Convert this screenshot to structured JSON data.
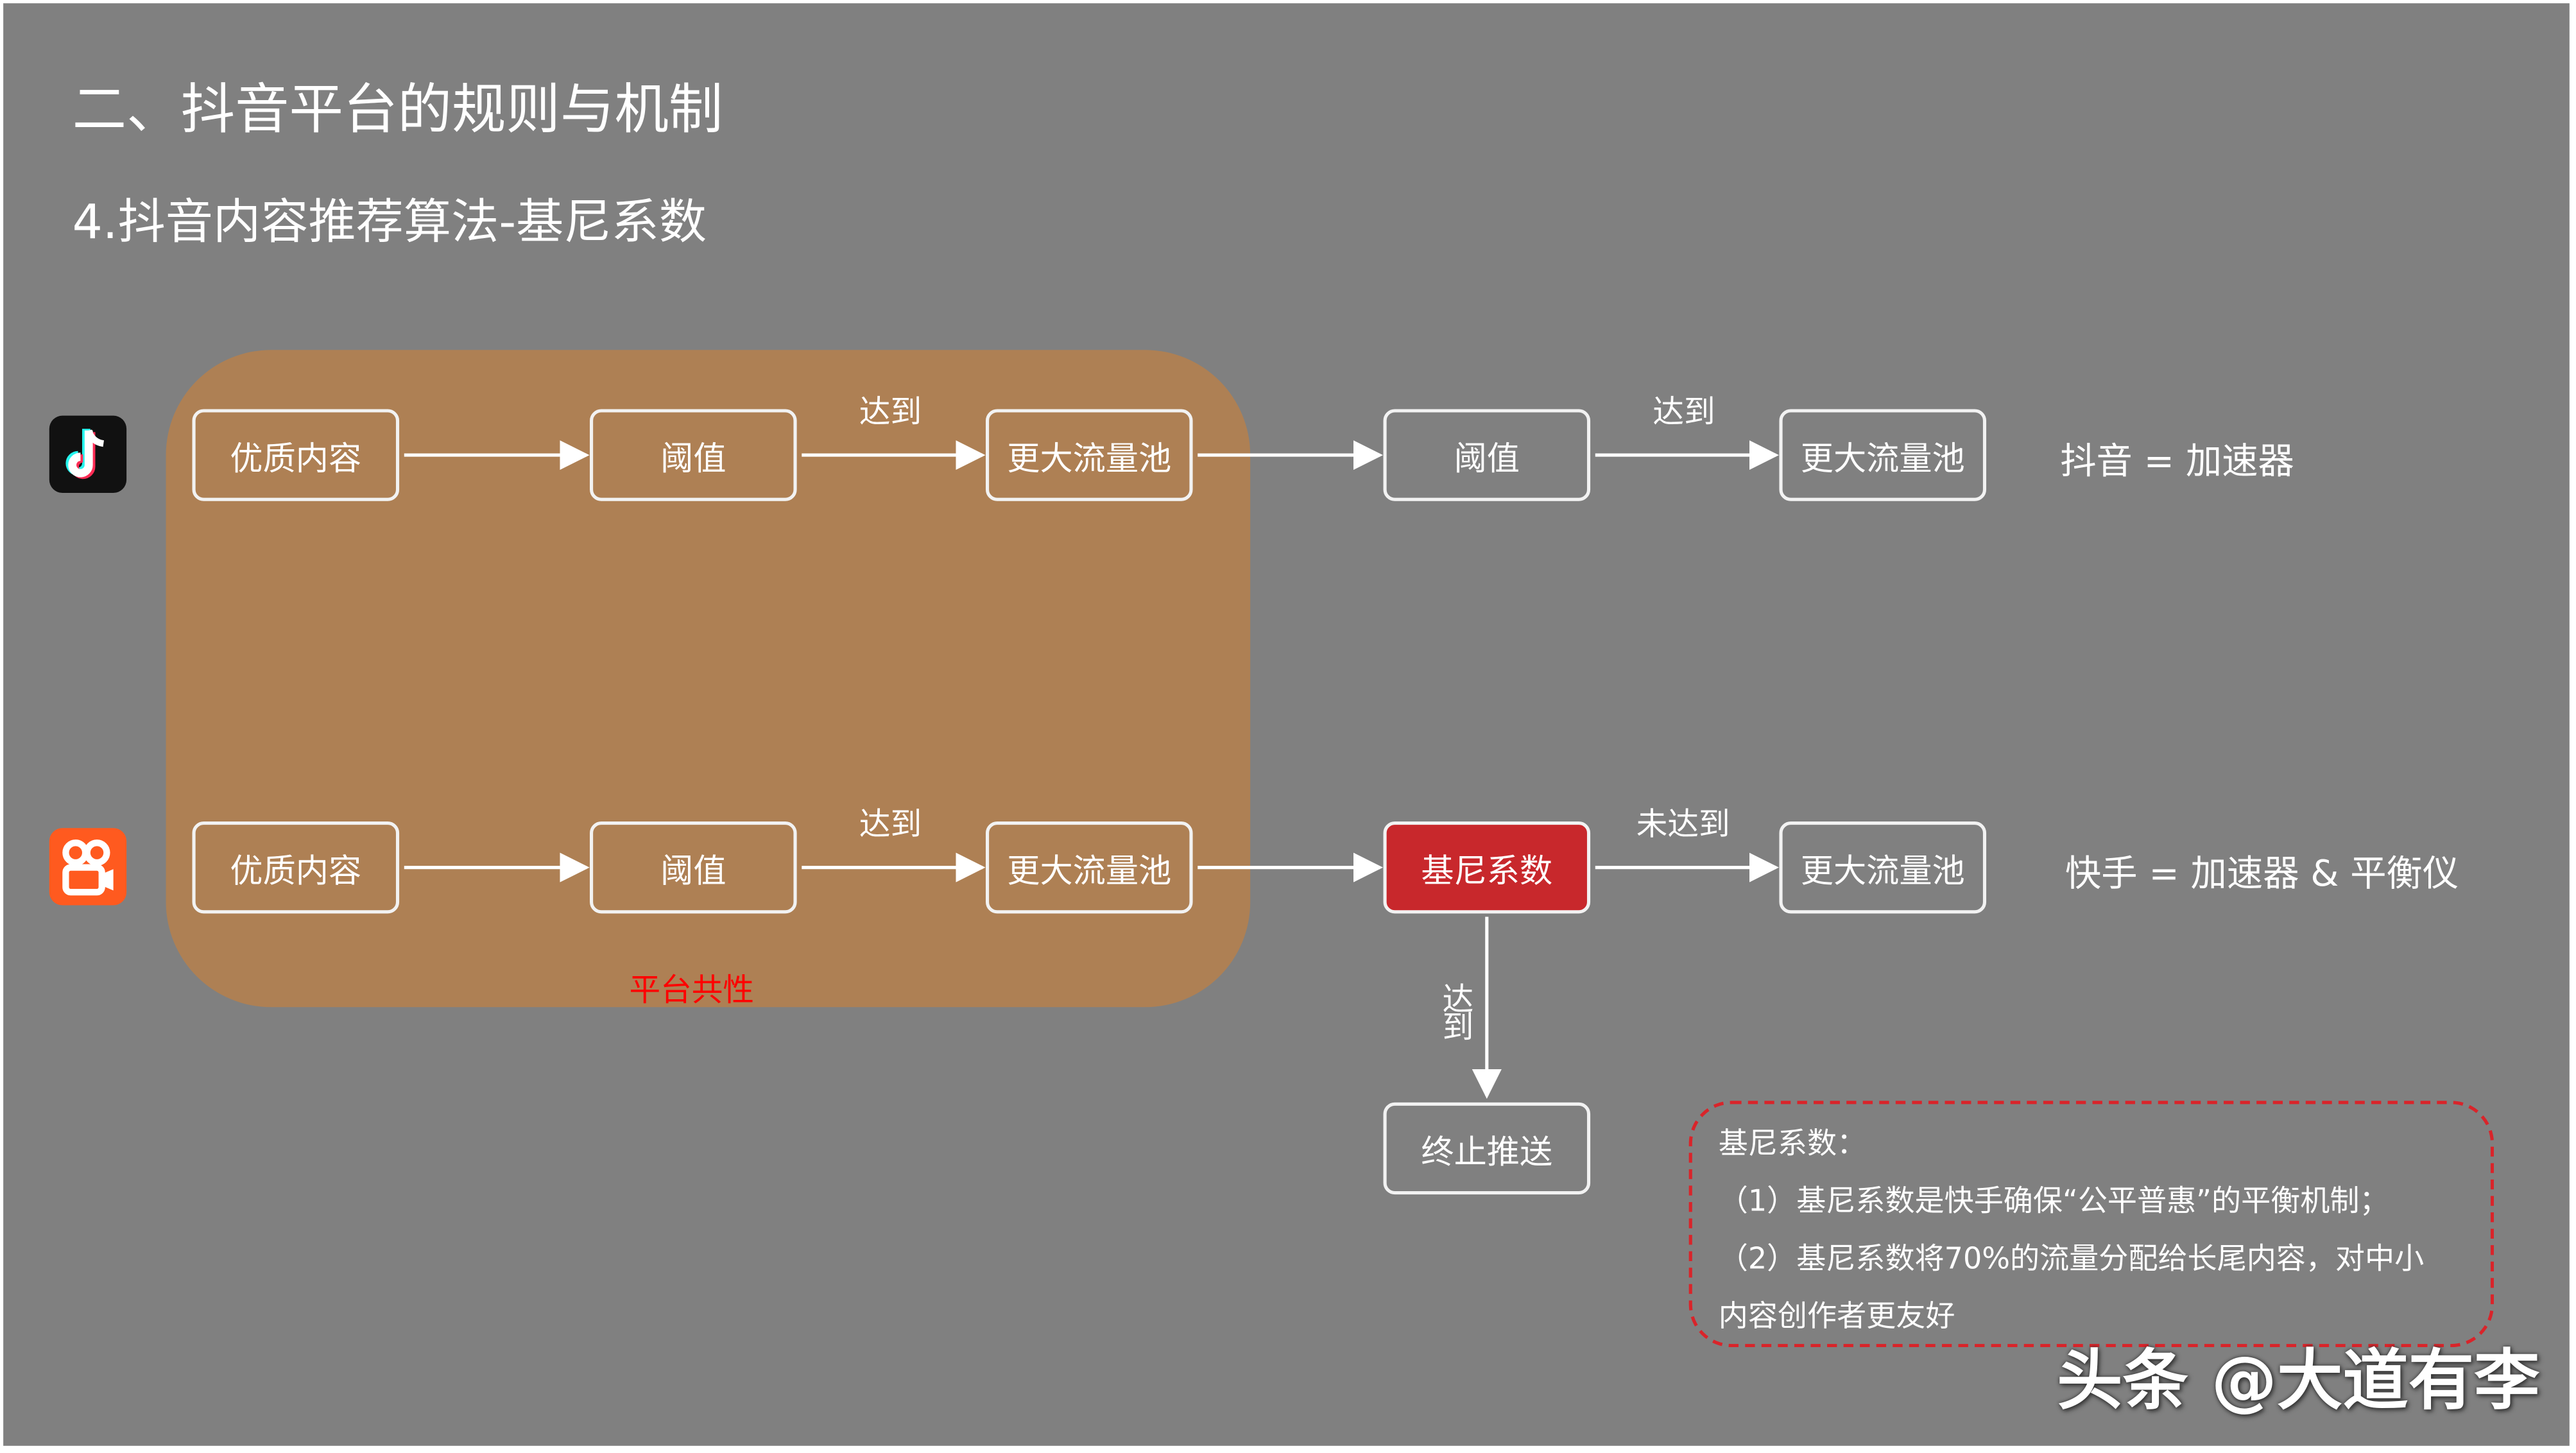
{
  "title": "二、抖音平台的规则与机制",
  "subtitle": "4.抖音内容推荐算法-基尼系数",
  "region_label": "平台共性",
  "douyin_row": {
    "nodes": [
      "优质内容",
      "阈值",
      "更大流量池",
      "阈值",
      "更大流量池"
    ],
    "edge_labels": [
      "达到",
      "达到"
    ],
    "equation": "抖音 = 加速器"
  },
  "kuaishou_row": {
    "nodes": [
      "优质内容",
      "阈值",
      "更大流量池",
      "基尼系数",
      "更大流量池"
    ],
    "edge_labels": [
      "达到",
      "未达到"
    ],
    "equation": "快手 = 加速器 & 平衡仪"
  },
  "branch": {
    "label": "达到",
    "node": "终止推送"
  },
  "note": {
    "heading": "基尼系数：",
    "line1": "（1）基尼系数是快手确保“公平普惠”的平衡机制；",
    "line2": "（2）基尼系数将70%的流量分配给长尾内容，对中小",
    "line3": "内容创作者更友好"
  },
  "watermark": "头条 @大道有李",
  "icons": {
    "douyin": "douyin-logo-icon",
    "kuaishou": "kuaishou-logo-icon"
  },
  "colors": {
    "background": "#808080",
    "region": "#ae8054",
    "highlight": "#c8282c",
    "dashed_border": "#d9242a",
    "region_label": "#ff0000"
  }
}
